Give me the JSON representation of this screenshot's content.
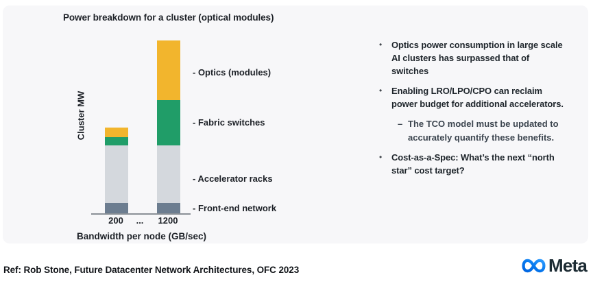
{
  "chart": {
    "title": "Power breakdown for a cluster (optical modules)",
    "y_axis_label": "Cluster MW",
    "x_axis_label": "Bandwidth per node (GB/sec)",
    "x_ticks": {
      "t1": "200",
      "dots": "...",
      "t2": "1200"
    },
    "segment_labels": [
      {
        "label": "- Optics (modules)"
      },
      {
        "label": "- Fabric switches"
      },
      {
        "label": "- Accelerator racks"
      },
      {
        "label": "- Front-end network"
      }
    ]
  },
  "chart_data": {
    "type": "bar",
    "stacked": true,
    "title": "Power breakdown for a cluster (optical modules)",
    "xlabel": "Bandwidth per node (GB/sec)",
    "ylabel": "Cluster MW",
    "categories": [
      "200",
      "1200"
    ],
    "series": [
      {
        "name": "Front-end network",
        "color": "#6c7d90",
        "values": [
          17,
          17
        ]
      },
      {
        "name": "Accelerator racks",
        "color": "#d4d8dd",
        "values": [
          84,
          84
        ]
      },
      {
        "name": "Fabric switches",
        "color": "#209d68",
        "values": [
          12,
          66
        ]
      },
      {
        "name": "Optics (modules)",
        "color": "#f2b52d",
        "values": [
          14,
          87
        ]
      }
    ],
    "legend_position": "right-of-bars",
    "grid": false,
    "note": "y-axis has no numeric ticks; values are relative heights (cluster MW)"
  },
  "bullets": [
    {
      "marker": "•",
      "text": "Optics power consumption in large scale AI clusters has surpassed that of switches"
    },
    {
      "marker": "•",
      "text": "Enabling LRO/LPO/CPO can reclaim power budget for additional accelerators."
    },
    {
      "marker": "–",
      "text": "The TCO model must be updated to accurately quantify these benefits.",
      "sub": true
    },
    {
      "marker": "•",
      "text": "Cost-as-a-Spec: What’s the next “north star” cost target?"
    }
  ],
  "footer": {
    "ref": "Ref: Rob Stone, Future Datacenter Network Architectures, OFC 2023",
    "logo_text": "Meta"
  },
  "colors": {
    "panel_bg": "#f7f7f9",
    "optics_yellow": "#f2b52d",
    "fabric_green": "#209d68",
    "accelerator_gray": "#d4d8dd",
    "frontend_slate": "#6c7d90",
    "axis_line": "#8a9096",
    "text_dark": "#1d2127",
    "meta_blue_dark": "#0064e0",
    "meta_blue_light": "#2e9bff"
  }
}
